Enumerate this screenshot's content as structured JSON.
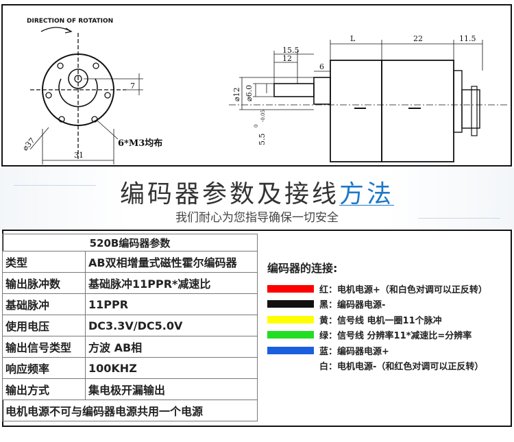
{
  "drawing": {
    "direction_label": "DIRECTION OF ROTATION",
    "dim_7": "7",
    "dim_37": "⌀37",
    "dim_31": "31",
    "hole_note": "6*M3均布",
    "dim_L": "L",
    "dim_22": "22",
    "dim_11_5": "11.5",
    "dim_15_5": "15.5",
    "dim_12": "12",
    "dim_6": "6",
    "dim_phi12": "⌀12",
    "dim_phi6": "⌀6.0",
    "dim_5_5": "5.5",
    "tol_upper": "0",
    "tol_lower": "-0.05"
  },
  "title": {
    "main": "编码器参数及接线",
    "accent": "方法"
  },
  "subtitle": "我们耐心为您指导确保一切安全",
  "spec_table": {
    "header": "520B编码器参数",
    "rows": [
      {
        "k": "类型",
        "v": "AB双相增量式磁性霍尔编码器"
      },
      {
        "k": "输出脉冲数",
        "v": "基础脉冲11PPR*减速比"
      },
      {
        "k": "基础脉冲",
        "v": "11PPR"
      },
      {
        "k": "使用电压",
        "v": "DC3.3V/DC5.0V"
      },
      {
        "k": "输出信号类型",
        "v": "方波 AB相"
      },
      {
        "k": "响应频率",
        "v": "100KHZ"
      },
      {
        "k": "输出方式",
        "v": "集电极开漏输出"
      }
    ],
    "footer": "电机电源不可与编码器电源共用一个电源"
  },
  "connection": {
    "title": "编码器的连接:",
    "wires": [
      {
        "color": "#ff0000",
        "text": "红：电机电源+（和白色对调可以正反转）"
      },
      {
        "color": "#111111",
        "text": "黑：编码器电源-"
      },
      {
        "color": "#ffff00",
        "text": "黄：信号线 电机一圈11个脉冲"
      },
      {
        "color": "#22dd22",
        "text": "绿：信号线 分辨率11*减速比=分辨率"
      },
      {
        "color": "#1a5fe0",
        "text": "蓝：编码器电源+"
      },
      {
        "color": "#ffffff",
        "text": "白：电机电源-（和红色对调可以正反转）"
      }
    ]
  }
}
